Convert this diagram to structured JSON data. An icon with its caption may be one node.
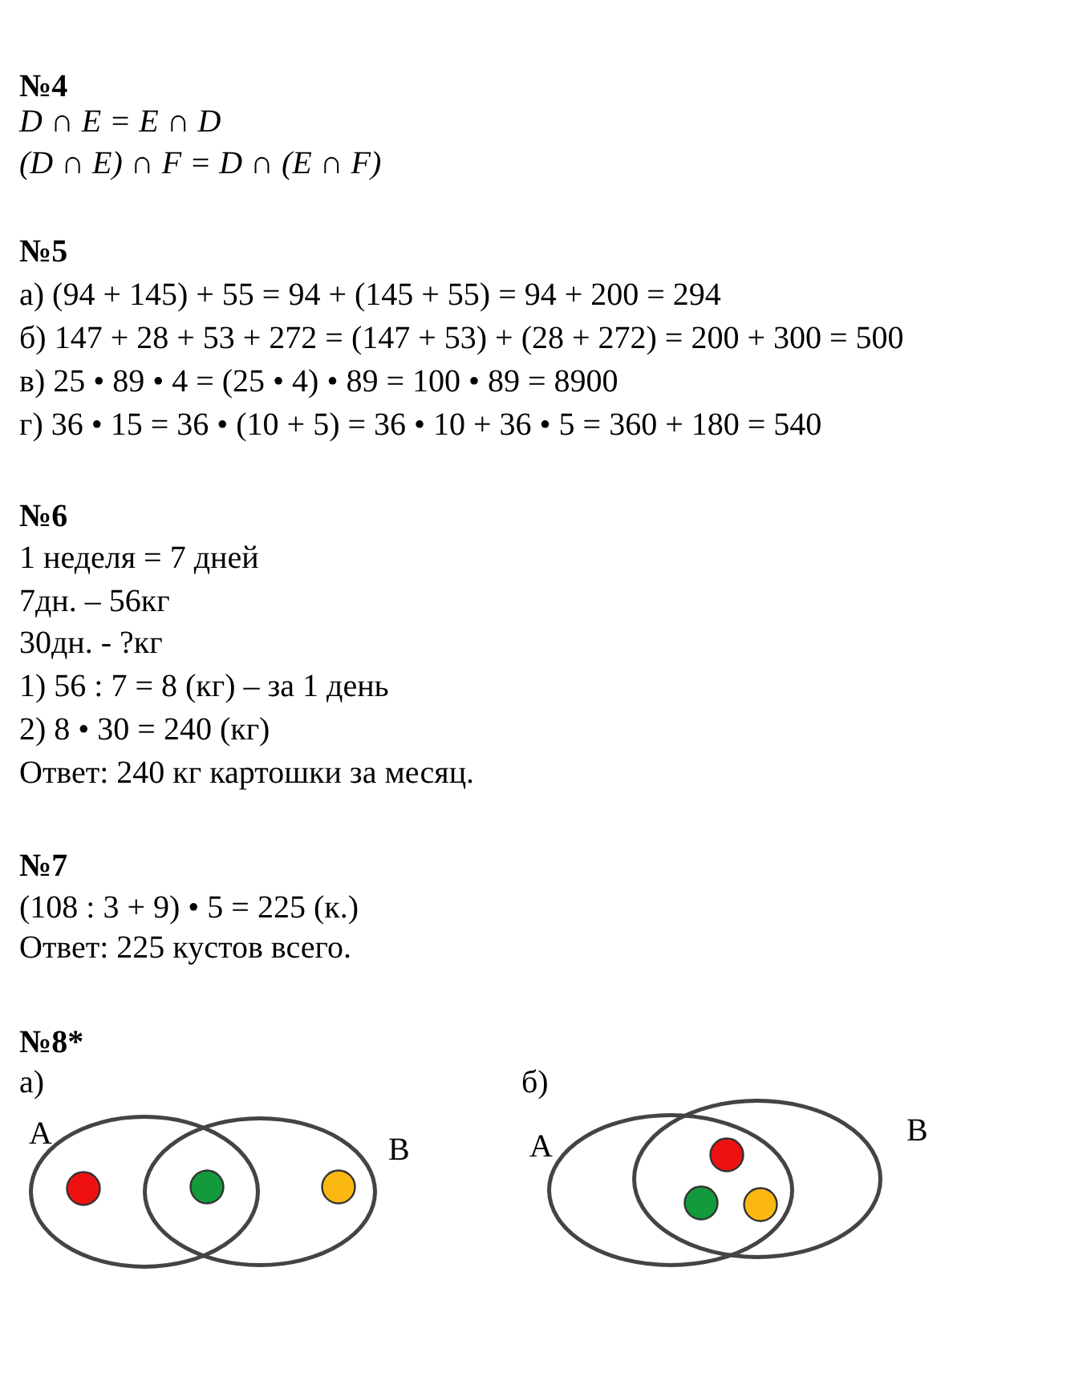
{
  "diagram": {
    "nodes": [
      {
        "text": [
          "A"
        ]
      },
      {
        "text": [
          "B"
        ]
      },
      {
        "text": [],
        "shape": "circle",
        "in": 0
      },
      {
        "text": [],
        "shape": "circle"
      },
      {
        "text": [],
        "shape": "circle",
        "in": 1
      },
      {
        "text": [
          "A"
        ]
      },
      {
        "text": [
          "B"
        ]
      },
      {
        "text": [],
        "shape": "circle"
      },
      {
        "text": [],
        "shape": "circle"
      },
      {
        "text": [],
        "shape": "circle"
      }
    ],
    "labels": [
      "№4",
      "D ∩ E = E ∩ D",
      "(D ∩ E) ∩ F = D ∩ (E ∩ F)",
      "№5",
      "а) (94 + 145) + 55 = 94 + (145 + 55) = 94 + 200 = 294",
      "б) 147 + 28 + 53 + 272 = (147 + 53) + (28 + 272) = 200 + 300 = 500",
      "в) 25 • 89 • 4 = (25 • 4) • 89 = 100 • 89 = 8900",
      "г) 36 • 15 = 36 • (10 + 5) = 36 • 10 + 36 • 5 = 360 + 180 = 540",
      "№6",
      "1 неделя = 7 дней",
      "7дн. – 56кг",
      "30дн. - ?кг",
      "1) 56 : 7 = 8 (кг) – за 1 день",
      "2) 8 • 30 = 240 (кг)",
      "Ответ: 240 кг картошки за месяц.",
      "№7",
      "(108 : 3 + 9) • 5 = 225 (к.)",
      "Ответ: 225 кустов всего.",
      "№8*",
      "а)",
      "б)"
    ]
  }
}
